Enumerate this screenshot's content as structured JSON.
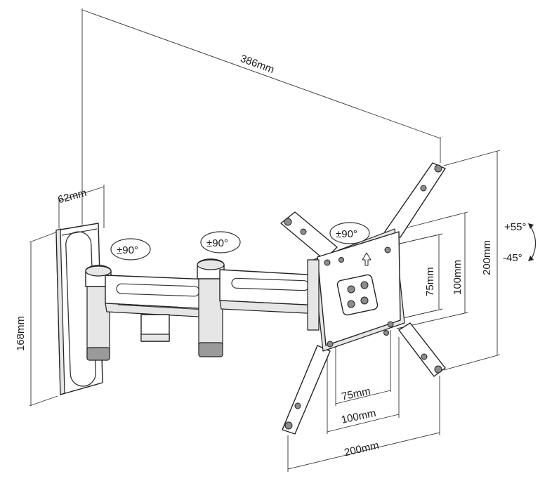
{
  "dimensions": {
    "overall_width": "386mm",
    "wall_plate_width": "62mm",
    "wall_plate_height": "168mm",
    "plate_height": "200mm",
    "vesa_vertical_75": "75mm",
    "vesa_vertical_100": "100mm",
    "vesa_horizontal_75": "75mm",
    "vesa_horizontal_100": "100mm",
    "plate_width": "200mm"
  },
  "rotations": {
    "swivel_wall": "±90°",
    "swivel_middle": "±90°",
    "rotate_plate": "±90°"
  },
  "tilt": {
    "up": "+55°",
    "down": "-45°"
  },
  "colors": {
    "line": "#222222",
    "metal_light": "#e6e6e6",
    "metal_dark": "#9a9a9a"
  }
}
